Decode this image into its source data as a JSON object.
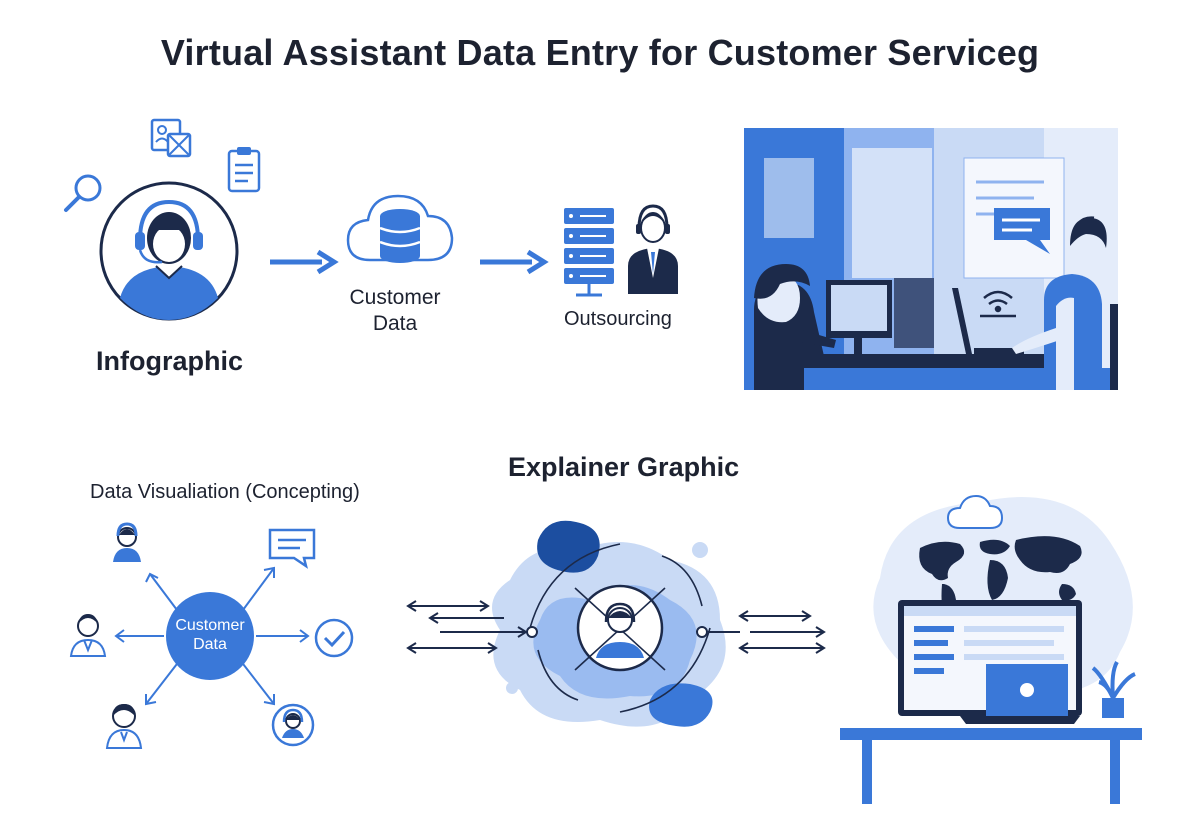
{
  "title": "Virtual Assistant Data Entry for Customer Serviceg",
  "top_row": {
    "infographic_label": "Infographic",
    "customer_data_label": "Customer\nData",
    "outsourcing_label": "Outsourcing"
  },
  "bottom_row": {
    "explainer_label": "Explainer Graphic",
    "data_viz_label": "Data Visualiation (Concepting)",
    "hub_label": "Customer\nData"
  },
  "colors": {
    "primary": "#3a78d8",
    "dark_navy": "#1c2a4a",
    "light_blue": "#c9daf5",
    "pale_blue": "#e4ecfa",
    "ink": "#1d2230"
  },
  "icons": [
    "search-icon",
    "id-card-icon",
    "clipboard-icon",
    "headset-agent-icon",
    "cloud-database-icon",
    "server-rack-icon",
    "business-agent-icon",
    "chat-bubble-icon",
    "checkmark-icon",
    "world-map-icon",
    "laptop-icon",
    "plant-icon"
  ]
}
